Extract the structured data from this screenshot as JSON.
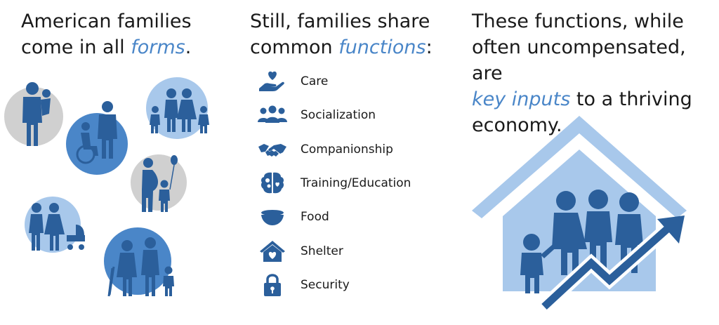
{
  "colors": {
    "dark_blue": "#2b5f9b",
    "mid_blue": "#4a86c8",
    "light_blue": "#a8c8eb",
    "grey": "#d0d0d0",
    "highlight": "#4a86c8"
  },
  "column1": {
    "line1": "American families",
    "line2_prefix": "come in all ",
    "line2_highlight": "forms",
    "line2_suffix": "."
  },
  "column2": {
    "line1": "Still, families share",
    "line2_prefix": "common ",
    "line2_highlight": "functions",
    "line2_suffix": ":",
    "functions": [
      {
        "label": "Care",
        "icon": "heart-hand-icon"
      },
      {
        "label": "Socialization",
        "icon": "group-icon"
      },
      {
        "label": "Companionship",
        "icon": "handshake-icon"
      },
      {
        "label": "Training/Education",
        "icon": "brain-icon"
      },
      {
        "label": "Food",
        "icon": "bowl-icon"
      },
      {
        "label": "Shelter",
        "icon": "house-heart-icon"
      },
      {
        "label": "Security",
        "icon": "padlock-icon"
      }
    ]
  },
  "column3": {
    "line1": "These functions, while",
    "line2": "often uncompensated, are",
    "line3_highlight": "key inputs",
    "line3_suffix": " to a thriving",
    "line4": "economy."
  }
}
